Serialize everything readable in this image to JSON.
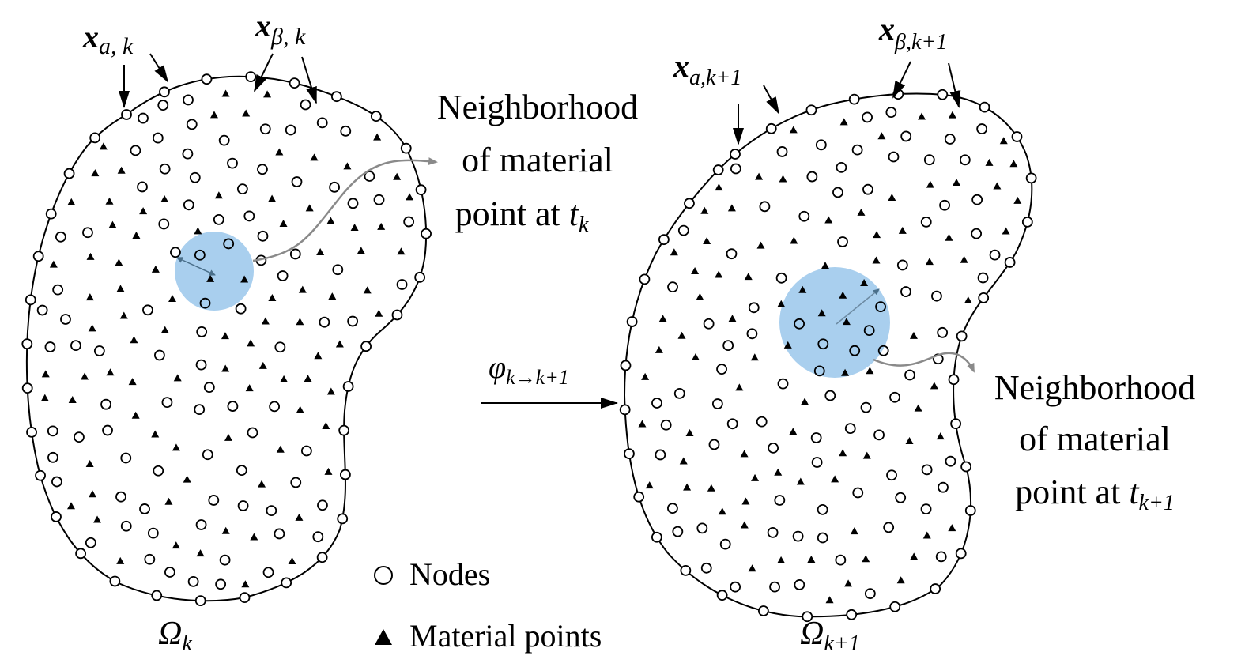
{
  "colors": {
    "neighborhood": "#a9cfee",
    "line": "#000000",
    "curve": "#8a8a8a"
  },
  "labels": {
    "x_alpha_k": {
      "main": "x",
      "sub": "a, k"
    },
    "x_beta_k": {
      "main": "x",
      "sub": "β, k"
    },
    "x_alpha_k1": {
      "main": "x",
      "sub": "a,k+1"
    },
    "x_beta_k1": {
      "main": "x",
      "sub": "β,k+1"
    },
    "neigh_left": [
      "Neighborhood",
      "of material",
      "point at "
    ],
    "neigh_left_t": {
      "main": "t",
      "sub": "k"
    },
    "neigh_right": [
      "Neighborhood",
      "of material",
      "point at "
    ],
    "neigh_right_t": {
      "main": "t",
      "sub": "k+1"
    },
    "map": {
      "main": "φ",
      "sub": "k→k+1"
    },
    "omega_k": {
      "main": "Ω",
      "sub": "k"
    },
    "omega_k1": {
      "main": "Ω",
      "sub": "k+1"
    }
  },
  "legend": {
    "nodes": "Nodes",
    "material_points": "Material points"
  }
}
